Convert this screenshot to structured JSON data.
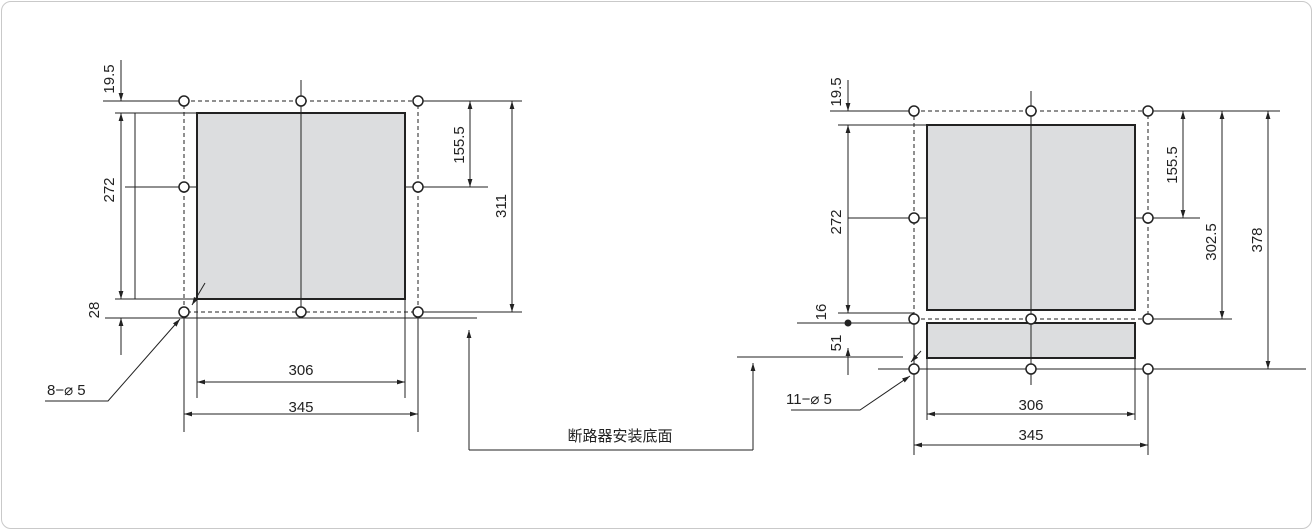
{
  "left_drawing": {
    "dims": {
      "top_offset": "19.5",
      "height": "272",
      "bottom_offset": "28",
      "half_height": "155.5",
      "total_height": "311",
      "inner_width": "306",
      "outer_width": "345"
    },
    "hole_label": "8−⌀ 5"
  },
  "right_drawing": {
    "dims": {
      "top_offset": "19.5",
      "height": "272",
      "gap": "16",
      "lower_height": "51",
      "half_height": "155.5",
      "mid_height": "302.5",
      "total_height": "378",
      "inner_width": "306",
      "outer_width": "345"
    },
    "hole_label": "11−⌀ 5"
  },
  "base_label": "断路器安装底面"
}
